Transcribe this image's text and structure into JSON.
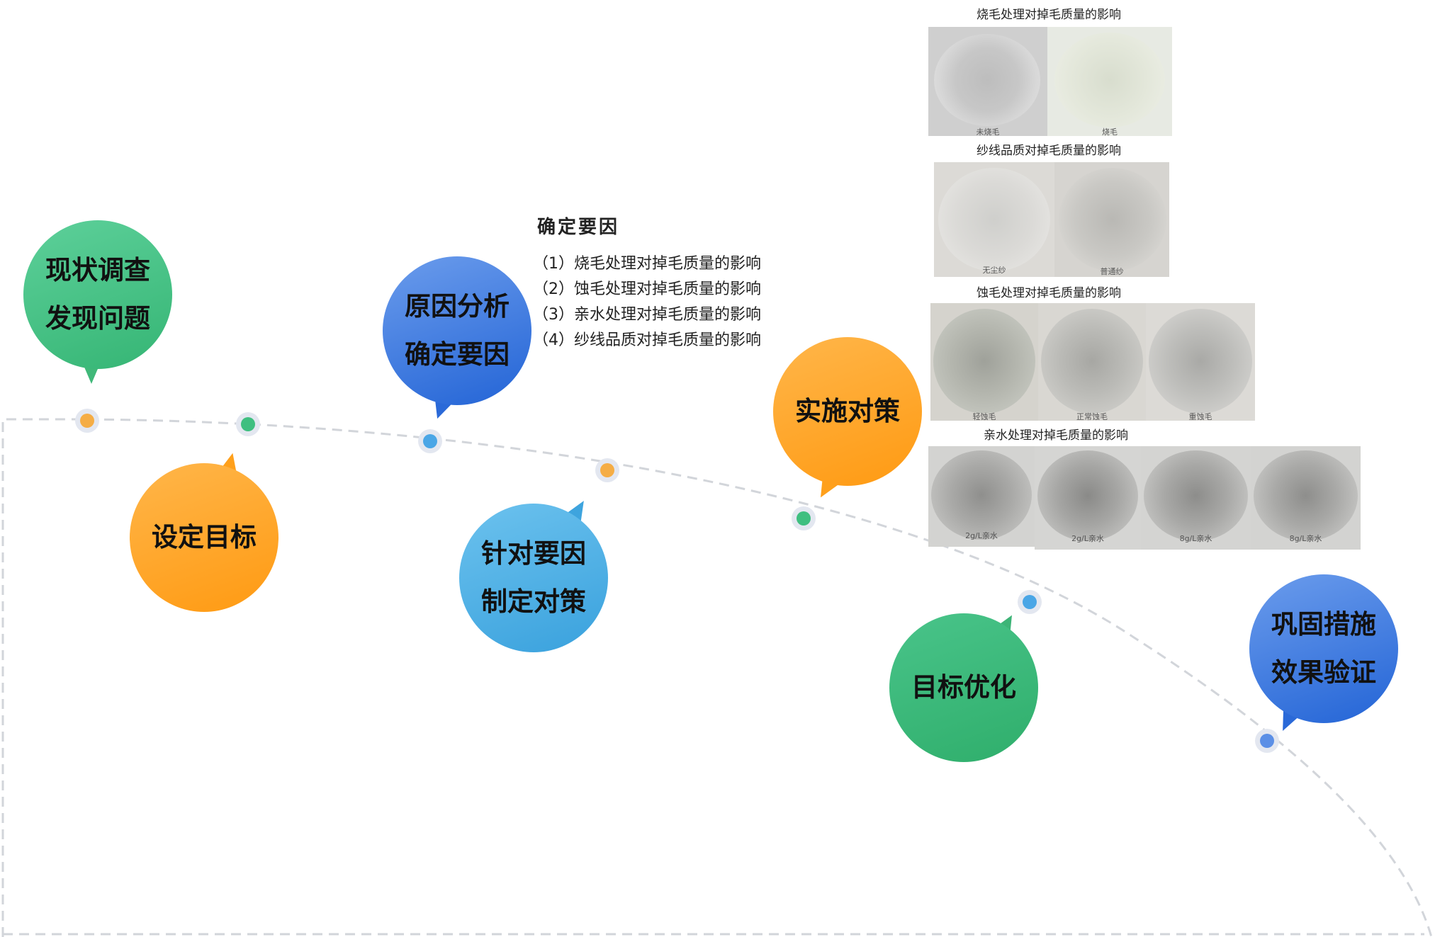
{
  "steps": [
    {
      "lines": [
        "现状调查",
        "发现问题"
      ],
      "color": "green"
    },
    {
      "lines": [
        "设定目标"
      ],
      "color": "orange"
    },
    {
      "lines": [
        "原因分析",
        "确定要因"
      ],
      "color": "blue"
    },
    {
      "lines": [
        "针对要因",
        "制定对策"
      ],
      "color": "lightblue"
    },
    {
      "lines": [
        "实施对策"
      ],
      "color": "orange"
    },
    {
      "lines": [
        "目标优化"
      ],
      "color": "green"
    },
    {
      "lines": [
        "巩固措施",
        "效果验证"
      ],
      "color": "blue"
    }
  ],
  "factors": {
    "title": "确定要因",
    "items": [
      "（1）烧毛处理对掉毛质量的影响",
      "（2）蚀毛处理对掉毛质量的影响",
      "（3）亲水处理对掉毛质量的影响",
      "（4）纱线品质对掉毛质量的影响"
    ]
  },
  "photo_groups": [
    {
      "title": "烧毛处理对掉毛质量的影响",
      "captions": [
        "未烧毛",
        "烧毛"
      ]
    },
    {
      "title": "纱线品质对掉毛质量的影响",
      "captions": [
        "无尘纱",
        "普通纱"
      ]
    },
    {
      "title": "蚀毛处理对掉毛质量的影响",
      "captions": [
        "轻蚀毛",
        "正常蚀毛",
        "重蚀毛"
      ]
    },
    {
      "title": "亲水处理对掉毛质量的影响",
      "captions": [
        "2g/L亲水",
        "2g/L亲水",
        "8g/L亲水",
        "8g/L亲水"
      ]
    }
  ],
  "colors": {
    "green": "#3dbb7e",
    "orange": "#ffa526",
    "blue": "#3c7de0",
    "lightblue": "#4ab0e6",
    "dot_orange": "#f5ad45",
    "dot_green": "#3fbf80",
    "dot_blue": "#4aa6e6",
    "curve": "#d0d3d8"
  }
}
